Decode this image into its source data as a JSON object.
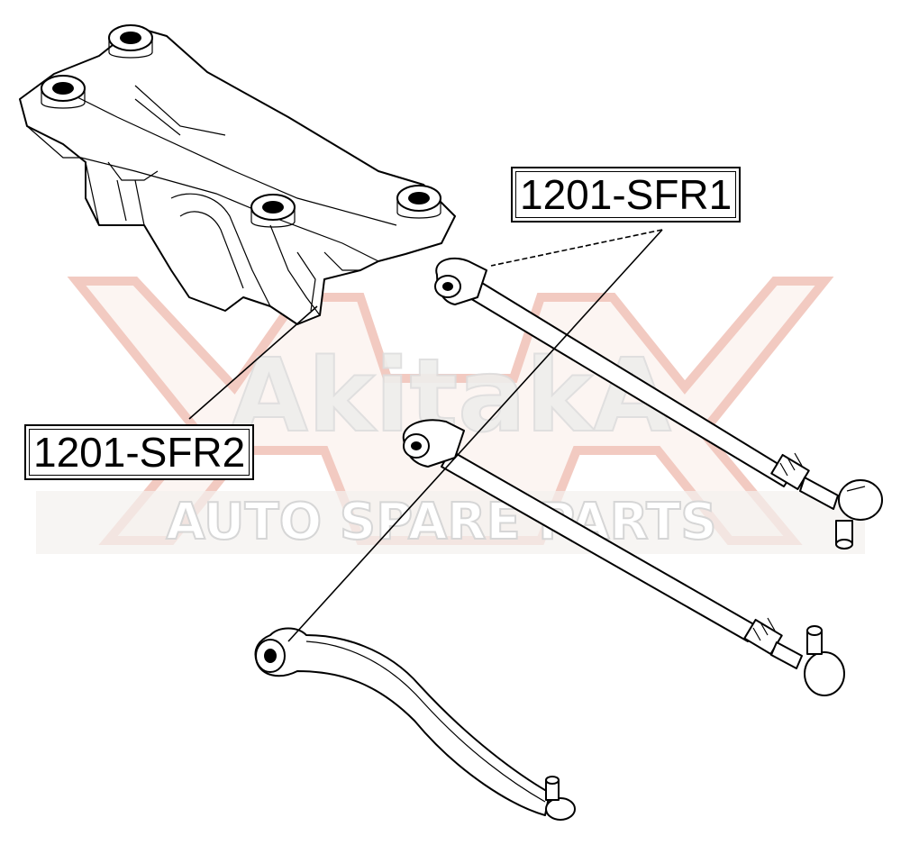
{
  "watermark": {
    "brand": "AkitakA",
    "tagline": "AUTO SPARE PARTS",
    "outline_color": "#e8a090",
    "fill_color": "#ffffff",
    "text_color": "#f0ede8"
  },
  "labels": {
    "part_1": "1201-SFR1",
    "part_2": "1201-SFR2"
  },
  "colors": {
    "line": "#000000",
    "background": "#ffffff"
  }
}
